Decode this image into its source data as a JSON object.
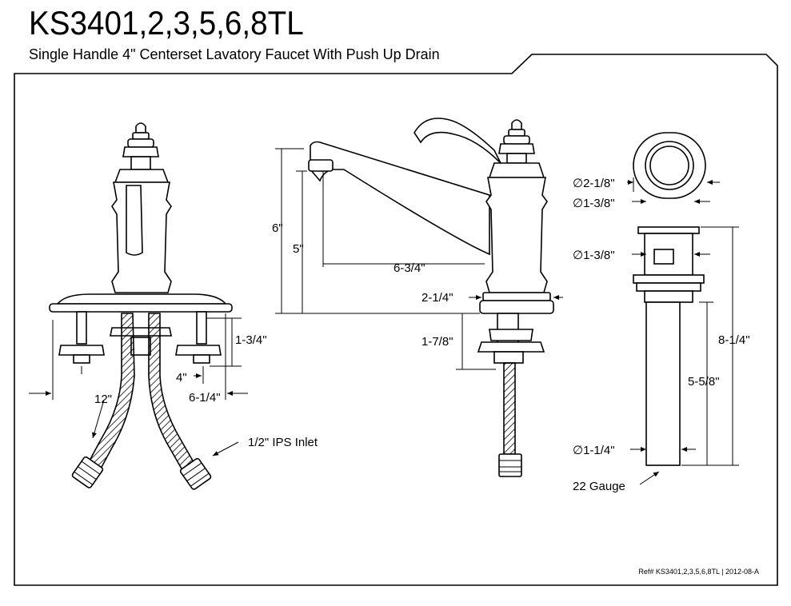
{
  "header": {
    "model": "KS3401,2,3,5,6,8TL",
    "subtitle": "Single Handle 4\" Centerset Lavatory Faucet With Push Up Drain"
  },
  "front_view": {
    "dims": {
      "height_1_3_4": "1-3/4\"",
      "spread_4": "4\"",
      "spread_6_1_4": "6-1/4\"",
      "hose_12": "12\"",
      "inlet": "1/2\" IPS Inlet"
    }
  },
  "side_view": {
    "dims": {
      "height_6": "6\"",
      "height_5": "5\"",
      "reach_6_3_4": "6-3/4\"",
      "base_2_1_4": "2-1/4\"",
      "shank_1_7_8": "1-7/8\""
    }
  },
  "drain_view": {
    "dims": {
      "dia_2_1_8": "∅2-1/8\"",
      "dia_1_3_8_top": "∅1-3/8\"",
      "dia_1_3_8_body": "∅1-3/8\"",
      "dia_1_1_4": "∅1-1/4\"",
      "height_8_1_4": "8-1/4\"",
      "height_5_5_8": "5-5/8\"",
      "gauge": "22 Gauge"
    }
  },
  "footer": {
    "ref": "Ref# KS3401,2,3,5,6,8TL | 2012-08-A"
  },
  "colors": {
    "line": "#000000",
    "background": "#ffffff"
  }
}
